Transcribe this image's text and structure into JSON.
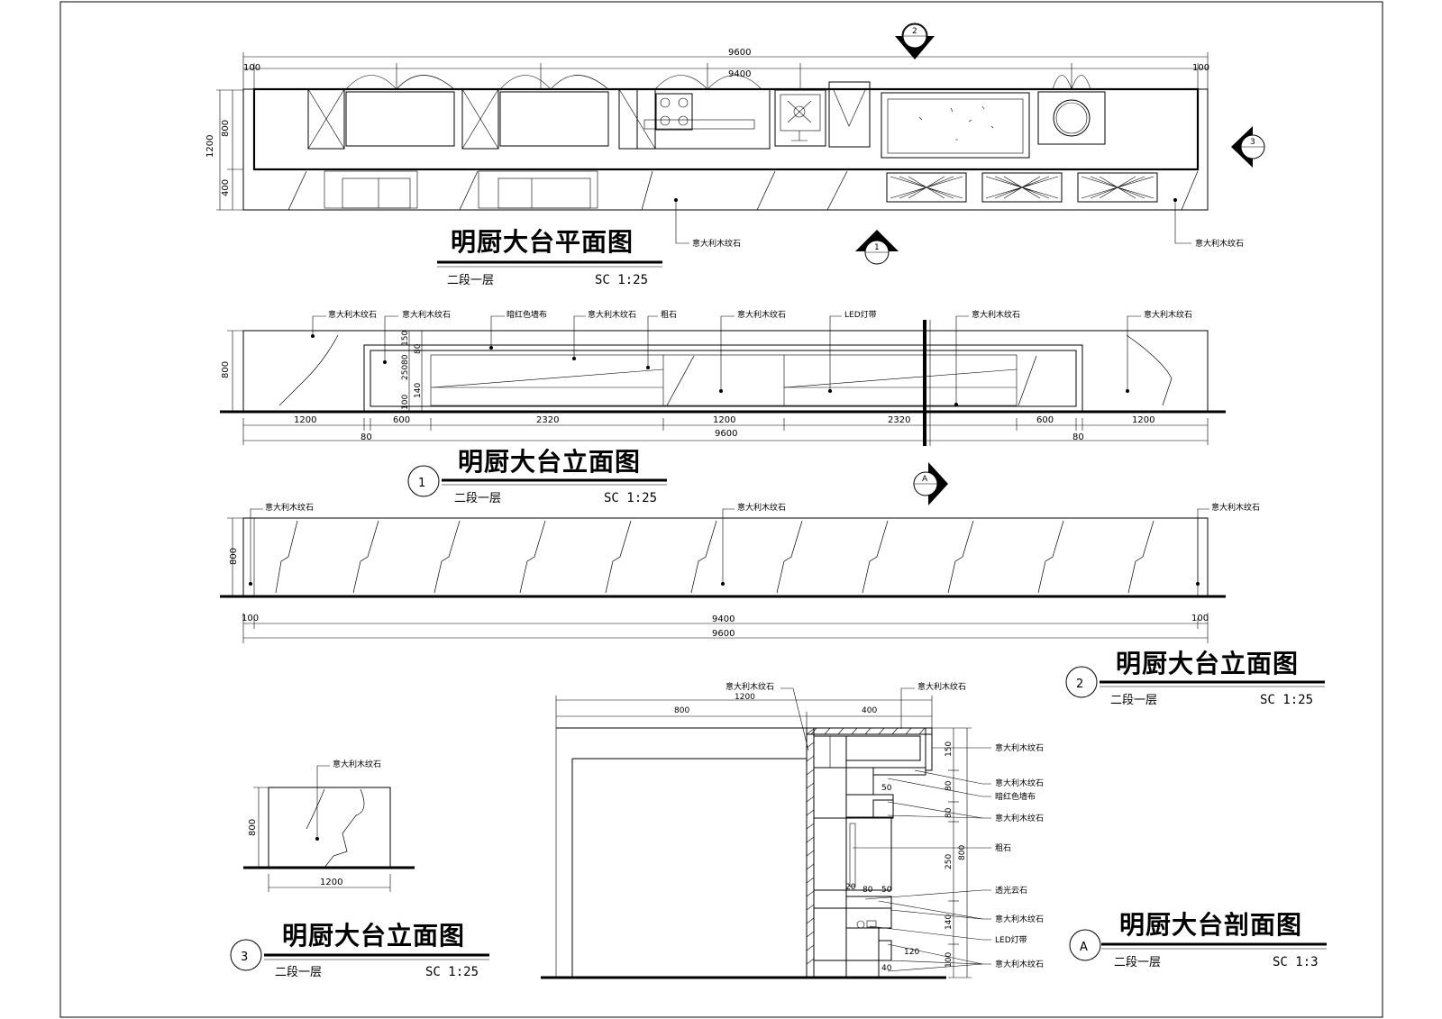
{
  "plan": {
    "title": "明厨大台平面图",
    "floor": "二段一层",
    "scale": "SC  1:25",
    "dims": {
      "overall": "9600",
      "inner": "9400",
      "left_margin": "100",
      "right_margin": "100",
      "depth_total": "1200",
      "depth_top": "800",
      "depth_bottom": "400"
    },
    "labels": [
      "意大利木纹石",
      "意大利木纹石"
    ],
    "marker_top": "2",
    "marker_bottom": "1",
    "marker_right": "3"
  },
  "elev1": {
    "number": "1",
    "title": "明厨大台立面图",
    "floor": "二段一层",
    "scale": "SC  1:25",
    "labels": [
      "意大利木纹石",
      "意大利木纹石",
      "暗红色墙布",
      "意大利木纹石",
      "粗石",
      "意大利木纹石",
      "LED灯带",
      "意大利木纹石",
      "意大利木纹石"
    ],
    "height": "800",
    "vdims": [
      "150",
      "80",
      "80",
      "250",
      "140",
      "100"
    ],
    "segments": [
      "1200",
      "600",
      "2320",
      "1200",
      "2320",
      "600",
      "1200"
    ],
    "gap_left": "80",
    "gap_right": "80",
    "overall": "9600",
    "section_marker": "A"
  },
  "elev2": {
    "number": "2",
    "title": "明厨大台立面图",
    "floor": "二段一层",
    "scale": "SC  1:25",
    "labels": [
      "意大利木纹石",
      "意大利木纹石",
      "意大利木纹石"
    ],
    "height": "800",
    "dims": {
      "left": "100",
      "inner": "9400",
      "right": "100",
      "overall": "9600"
    }
  },
  "elev3": {
    "number": "3",
    "title": "明厨大台立面图",
    "floor": "二段一层",
    "scale": "SC  1:25",
    "label": "意大利木纹石",
    "height": "800",
    "width": "1200"
  },
  "sectionA": {
    "number": "A",
    "title": "明厨大台剖面图",
    "floor": "二段一层",
    "scale": "SC  1:3",
    "top_label": "意大利木纹石",
    "top_label_right": "意大利木纹石",
    "dims": {
      "overall": "1200",
      "left": "800",
      "right": "400",
      "height": "800",
      "v1": "150",
      "v2": "80",
      "v3": "80",
      "v4": "250",
      "v5": "140",
      "v6": "100",
      "d50a": "50",
      "d20": "20",
      "d80": "80",
      "d50b": "50",
      "d120": "120",
      "d40": "40"
    },
    "labels": [
      "意大利木纹石",
      "意大利木纹石",
      "暗红色墙布",
      "意大利木纹石",
      "粗石",
      "透光云石",
      "意大利木纹石",
      "LED灯带",
      "意大利木纹石"
    ]
  }
}
